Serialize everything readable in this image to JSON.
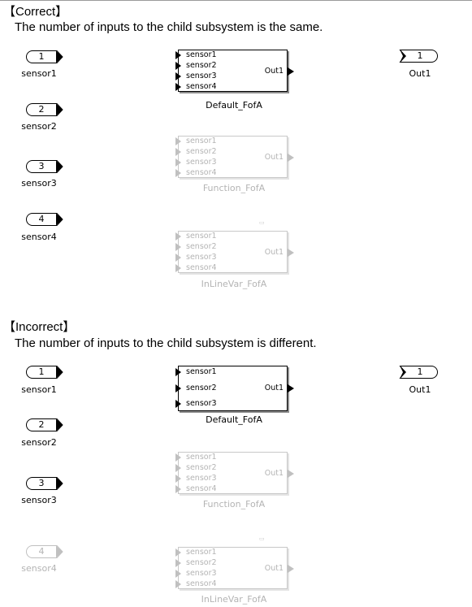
{
  "correct": {
    "heading": "【Correct】",
    "description": "The number of inputs to the child subsystem is the same.",
    "inports": [
      {
        "number": "1",
        "name": "sensor1",
        "active": true
      },
      {
        "number": "2",
        "name": "sensor2",
        "active": true
      },
      {
        "number": "3",
        "name": "sensor3",
        "active": true
      },
      {
        "number": "4",
        "name": "sensor4",
        "active": true
      }
    ],
    "blocks": [
      {
        "name": "Default_FofA",
        "active": true,
        "inputs": [
          "sensor1",
          "sensor2",
          "sensor3",
          "sensor4"
        ],
        "output": "Out1"
      },
      {
        "name": "Function_FofA",
        "active": false,
        "inputs": [
          "sensor1",
          "sensor2",
          "sensor3",
          "sensor4"
        ],
        "output": "Out1"
      },
      {
        "name": "InLineVar_FofA",
        "active": false,
        "inputs": [
          "sensor1",
          "sensor2",
          "sensor3",
          "sensor4"
        ],
        "output": "Out1"
      }
    ],
    "outport": {
      "number": "1",
      "name": "Out1"
    }
  },
  "incorrect": {
    "heading": "【Incorrect】",
    "description": "The number of inputs to the child subsystem is different.",
    "inports": [
      {
        "number": "1",
        "name": "sensor1",
        "active": true
      },
      {
        "number": "2",
        "name": "sensor2",
        "active": true
      },
      {
        "number": "3",
        "name": "sensor3",
        "active": true
      },
      {
        "number": "4",
        "name": "sensor4",
        "active": false
      }
    ],
    "blocks": [
      {
        "name": "Default_FofA",
        "active": true,
        "inputs": [
          "sensor1",
          "sensor2",
          "sensor3"
        ],
        "output": "Out1"
      },
      {
        "name": "Function_FofA",
        "active": false,
        "inputs": [
          "sensor1",
          "sensor2",
          "sensor3",
          "sensor4"
        ],
        "output": "Out1"
      },
      {
        "name": "InLineVar_FofA",
        "active": false,
        "inputs": [
          "sensor1",
          "sensor2",
          "sensor3",
          "sensor4"
        ],
        "output": "Out1"
      }
    ],
    "outport": {
      "number": "1",
      "name": "Out1"
    }
  },
  "colors": {
    "active": "#000000",
    "inactive": "#b4b4b4"
  }
}
